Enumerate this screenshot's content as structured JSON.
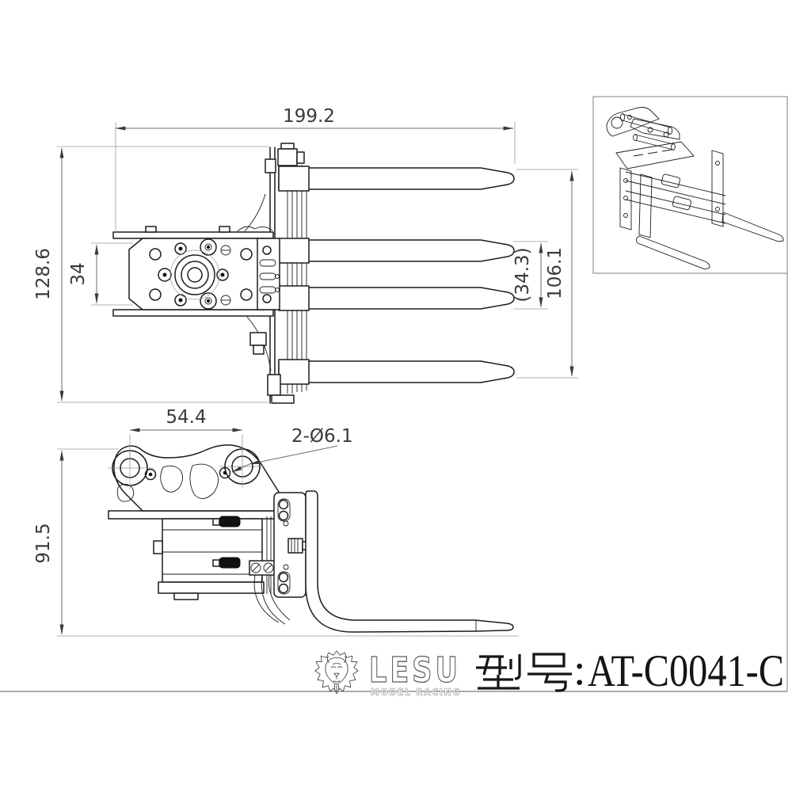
{
  "drawing": {
    "top_view": {
      "name": "pallet-fork-top-view",
      "dim_overall_width": "199.2",
      "dim_overall_height": "128.6",
      "dim_plate_width": "34",
      "dim_inner_fork_gap": "(34.3)",
      "dim_fork_span": "106.1"
    },
    "side_view": {
      "name": "pallet-fork-side-view",
      "dim_hole_spacing": "54.4",
      "dim_height": "91.5",
      "dim_holes_note": "2-Ø6.1"
    },
    "iso_view": {
      "name": "isometric-3d-preview"
    },
    "brand": {
      "wordmark": "LESU",
      "tagline": "MODEL RACING",
      "logo_icon": "lion-head-icon"
    },
    "title_block": {
      "field_label_cjk": "型号",
      "separator": ":",
      "model_number": "AT-C0041-C",
      "full_title": "型号:AT-C0041-C"
    },
    "colors": {
      "line": "#1c1c1c",
      "dimension": "#6b6b6b",
      "background": "#ffffff"
    }
  }
}
